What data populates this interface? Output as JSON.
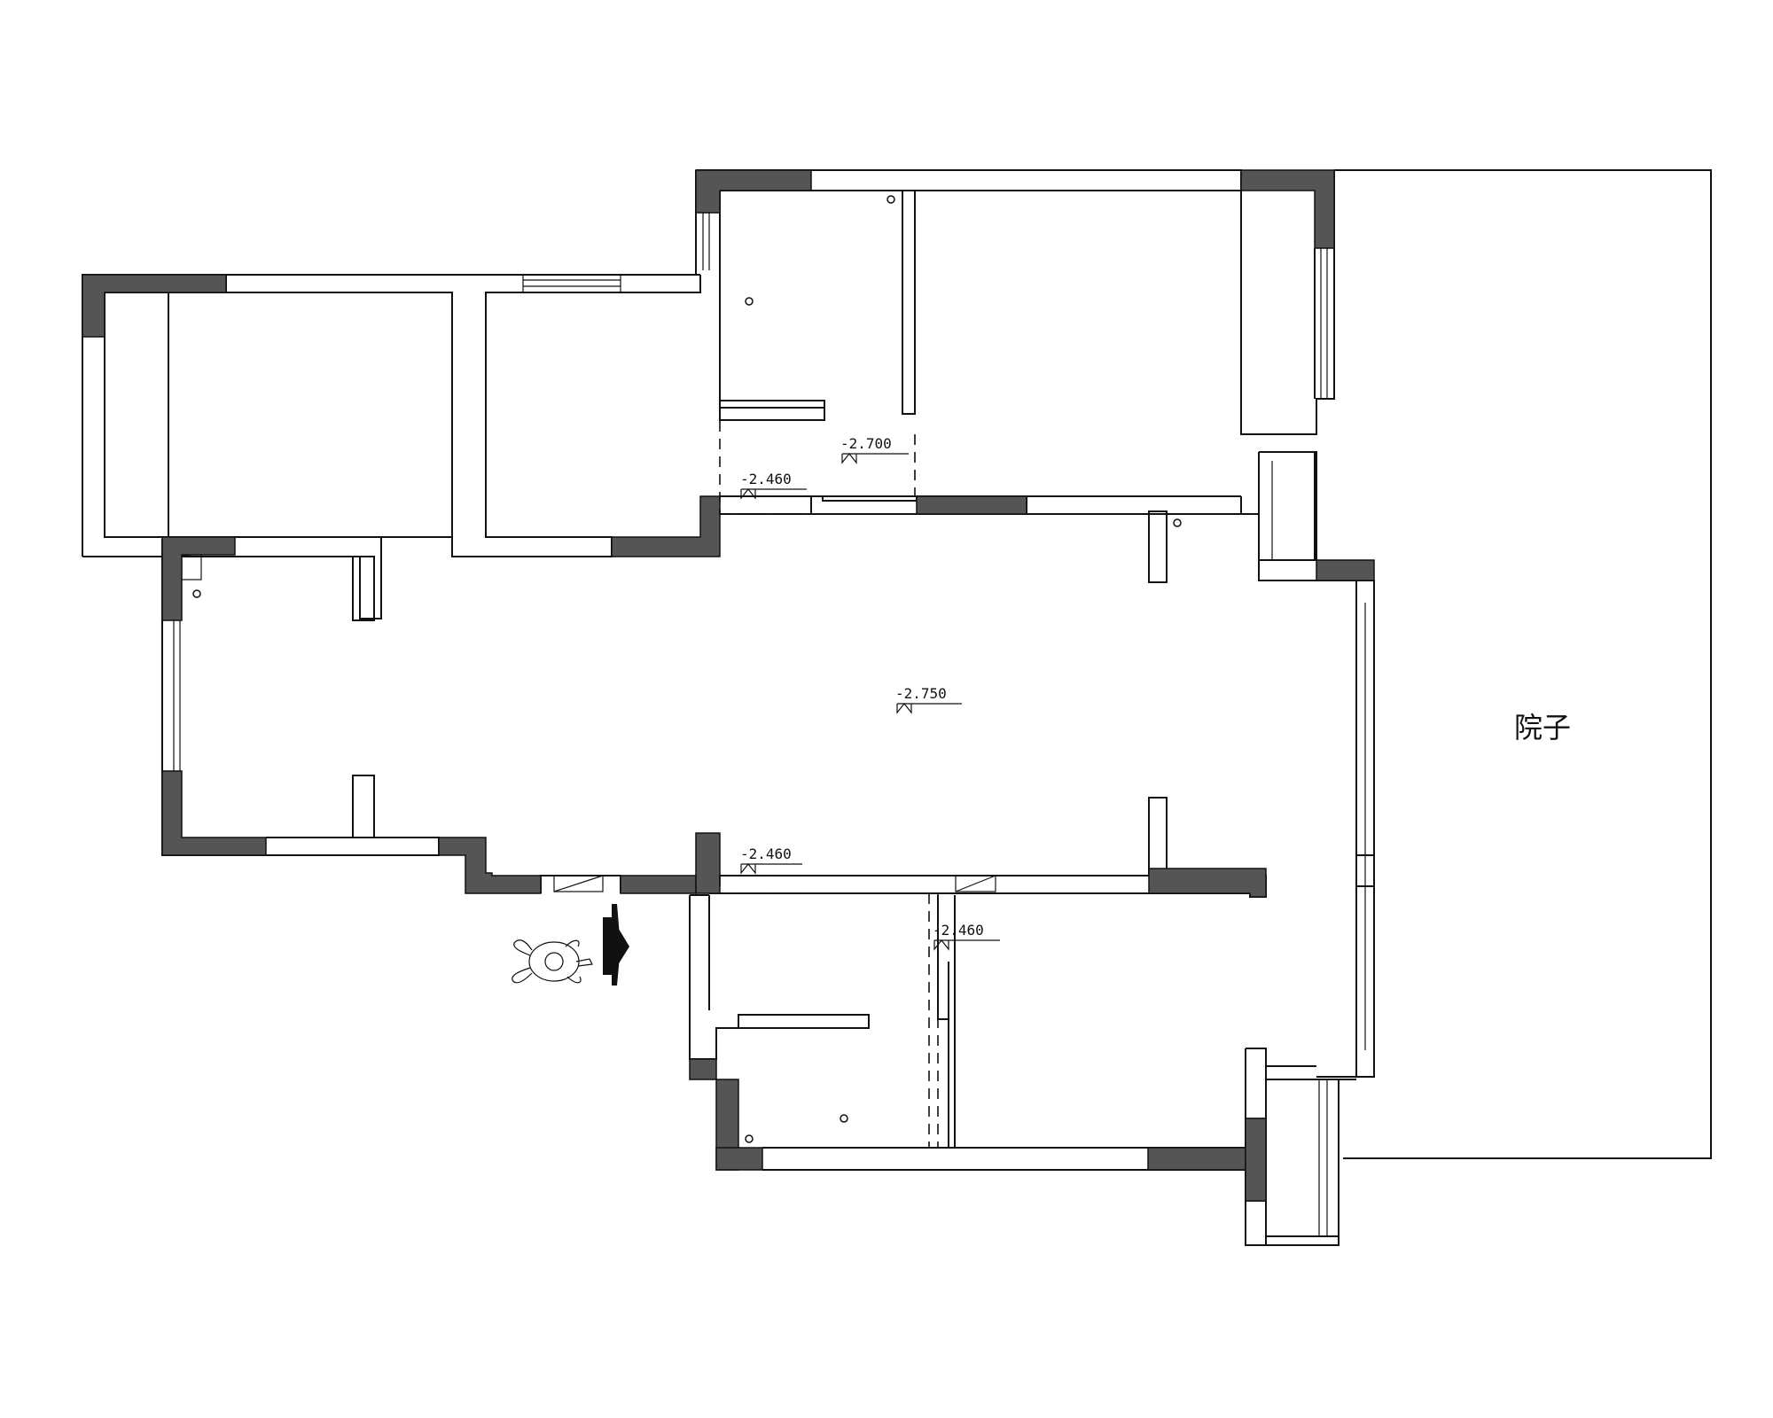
{
  "levels": {
    "bedroom_top_right": "-2.700",
    "bath_top_left": "-2.460",
    "living_main": "-2.750",
    "bottom_entry": "-2.460",
    "bottom_right": "-2.460"
  },
  "rooms": {
    "yard": "院子"
  },
  "icons": {
    "entry_person": "person-walking-icon",
    "entry_arrow": "entry-arrow-icon"
  },
  "colors": {
    "solid_wall": "#555555",
    "line": "#111111",
    "background": "#ffffff"
  }
}
